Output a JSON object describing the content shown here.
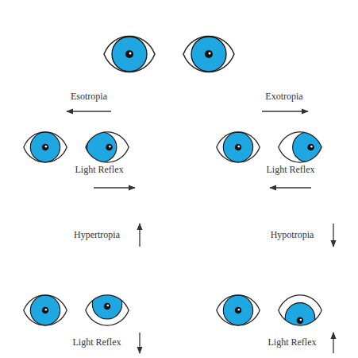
{
  "diagram": {
    "labels": [
      "Esotropia",
      "Exotropia",
      "Light Reflex",
      "Light Reflex",
      "Hypertropia",
      "Hypotropia",
      "Light Reflex",
      "Light Reflex"
    ]
  }
}
